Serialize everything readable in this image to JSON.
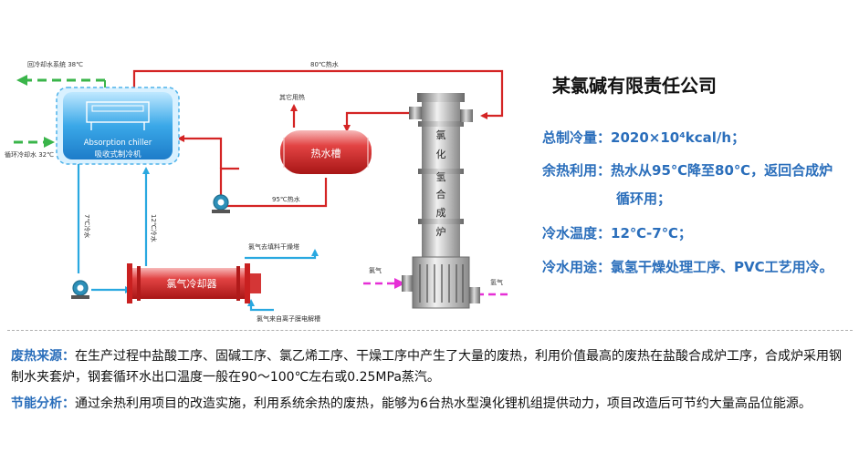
{
  "diagram": {
    "return_cooling_water": "回冷却水系统  38℃",
    "circulating_cooling_water": "循环冷却水 32℃",
    "hot_water_80": "80℃热水",
    "chiller_en": "Absorption chiller",
    "chiller_cn": "吸收式制冷机",
    "other_use_heat": "其它用热",
    "hot_water_tank": "热水槽",
    "hot_water_95": "95℃热水",
    "chilled_water_7": "7℃冷水",
    "chilled_water_12": "12℃冷水",
    "chlorine_cooler": "氯气冷却器",
    "to_packed_drying_tower": "氯气去填料干燥塔",
    "from_membrane_cell": "氯气来自离子膜电解槽",
    "synthesis_furnace": [
      "氯",
      "化",
      "氢",
      "合",
      "成",
      "炉"
    ],
    "chlorine_left": "氯气",
    "hydrogen_right": "氢气"
  },
  "company": "某氯碱有限责任公司",
  "specs": [
    {
      "label": "总制冷量：",
      "value": "2020×10⁴kcal/h；"
    },
    {
      "label": "余热利用：",
      "value": "热水从95℃降至80℃，返回合成炉"
    },
    {
      "label": "",
      "value": "循环用；"
    },
    {
      "label": "冷水温度：",
      "value": "12℃-7℃；"
    },
    {
      "label": "冷水用途：",
      "value": "氯氢干燥处理工序、PVC工艺用冷。"
    }
  ],
  "waste_heat": {
    "label": "废热来源：",
    "text": "在生产过程中盐酸工序、固碱工序、氯乙烯工序、干燥工序中产生了大量的废热，利用价值最高的废热在盐酸合成炉工序，合成炉采用钢制水夹套炉，钢套循环水出口温度一般在90～100℃左右或0.25MPa蒸汽。"
  },
  "energy_saving": {
    "label": "节能分析：",
    "text": "通过余热利用项目的改造实施，利用系统余热的废热，能够为6台热水型溴化锂机组提供动力，项目改造后可节约大量高品位能源。"
  },
  "colors": {
    "accent": "#2a6ebb",
    "hot": "#d42424",
    "cold": "#29a8e0",
    "green": "#3ab54a",
    "magenta": "#e62fd6"
  }
}
